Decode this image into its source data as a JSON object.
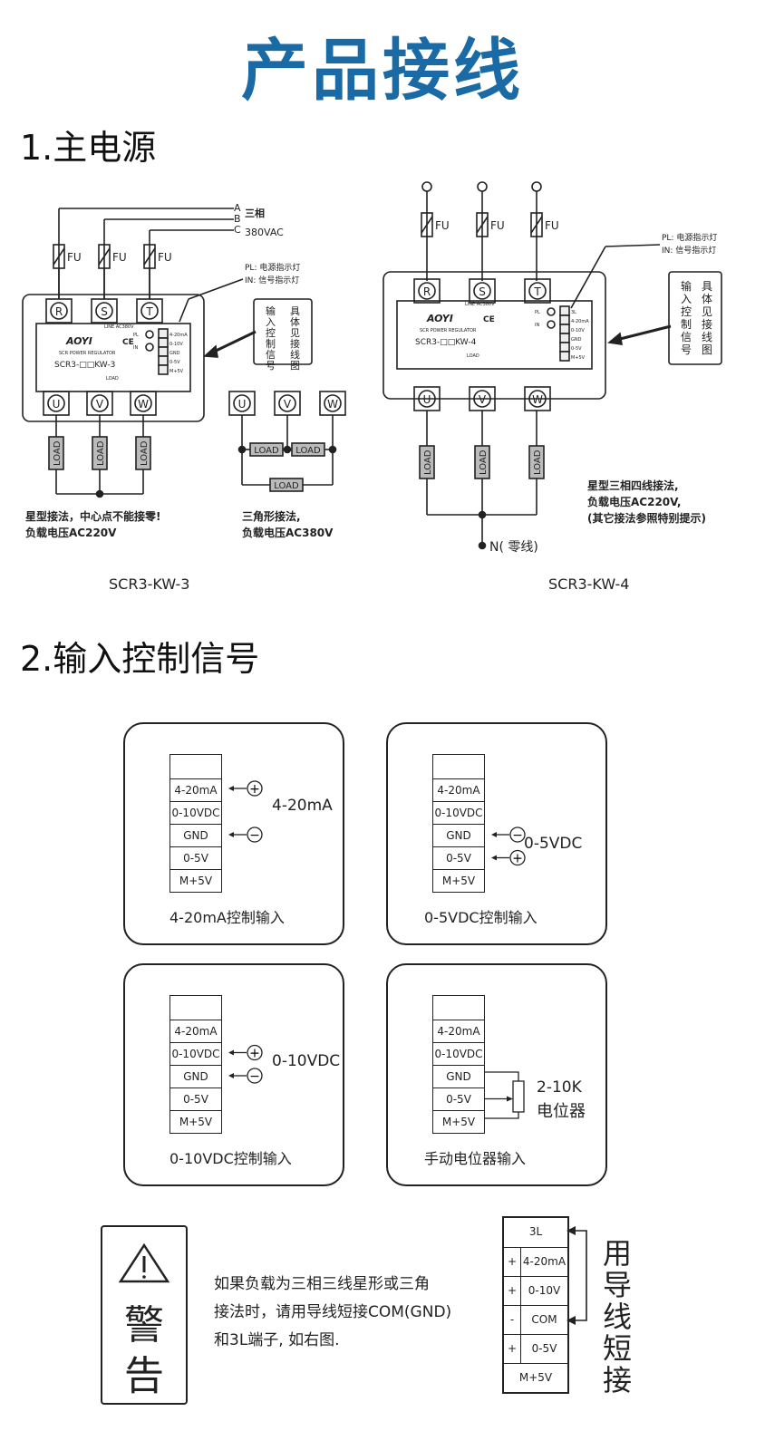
{
  "page_title": "产品接线",
  "sections": {
    "main_power": "1.主电源",
    "input_signal": "2.输入控制信号"
  },
  "main_power": {
    "phase_labels": [
      "A",
      "B",
      "C"
    ],
    "phase_note": [
      "三相",
      "380VAC"
    ],
    "fuse_label": "FU",
    "input_terminals": [
      "R",
      "S",
      "T"
    ],
    "output_terminals": [
      "U",
      "V",
      "W"
    ],
    "indicator_note": [
      "PL: 电源指示灯",
      "IN: 信号指示灯"
    ],
    "signal_note": [
      "输入控制信号",
      "具体见接线图"
    ],
    "device": {
      "brand": "AOYI",
      "ce": "CE",
      "subtitle": "SCR POWER REGULATOR",
      "line_label": "LINE AC380V",
      "load_label": "LOAD",
      "pl": "PL",
      "in": "IN",
      "model_kw3": "SCR3-□□KW-3",
      "model_kw4": "SCR3-□□KW-4",
      "terminals_kw3": [
        "4-20mA",
        "0-10V",
        "GND",
        "0-5V",
        "M+5V"
      ],
      "terminals_kw4": [
        "3L",
        "4-20mA",
        "0-10V",
        "GND",
        "0-5V",
        "M+5V"
      ]
    },
    "load_label": "LOAD",
    "star_note": [
      "星型接法，中心点不能接零!",
      "负载电压AC220V"
    ],
    "delta_note": [
      "三角形接法,",
      "负载电压AC380V"
    ],
    "star4_note": [
      "星型三相四线接法,",
      "负载电压AC220V,",
      "(其它接法参照特别提示)"
    ],
    "neutral_label": "N( 零线)",
    "caption_kw3": "SCR3-KW-3",
    "caption_kw4": "SCR3-KW-4"
  },
  "input_panels": [
    {
      "caption": "4-20mA控制输入",
      "signal": "4-20mA",
      "terminals": [
        "",
        "4-20mA",
        "0-10VDC",
        "GND",
        "0-5V",
        "M+5V"
      ],
      "plus_row": 1,
      "minus_row": 3
    },
    {
      "caption": "0-5VDC控制输入",
      "signal": "0-5VDC",
      "terminals": [
        "",
        "4-20mA",
        "0-10VDC",
        "GND",
        "0-5V",
        "M+5V"
      ],
      "plus_row": 4,
      "minus_row": 3
    },
    {
      "caption": "0-10VDC控制输入",
      "signal": "0-10VDC",
      "terminals": [
        "",
        "4-20mA",
        "0-10VDC",
        "GND",
        "0-5V",
        "M+5V"
      ],
      "plus_row": 2,
      "minus_row": 3
    },
    {
      "caption": "手动电位器输入",
      "signal": "2-10K",
      "signal2": "电位器",
      "terminals": [
        "",
        "4-20mA",
        "0-10VDC",
        "GND",
        "0-5V",
        "M+5V"
      ]
    }
  ],
  "warning": {
    "icon": "warning-triangle-icon",
    "label1": "警",
    "label2": "告",
    "text": [
      "如果负载为三相三线星形或三角",
      "接法时，请用导线短接COM(GND)",
      "和3L端子, 如右图."
    ]
  },
  "jumper": {
    "rows": [
      {
        "sign": "",
        "label": "3L"
      },
      {
        "sign": "+",
        "label": "4-20mA"
      },
      {
        "sign": "+",
        "label": "0-10V"
      },
      {
        "sign": "-",
        "label": "COM"
      },
      {
        "sign": "+",
        "label": "0-5V"
      },
      {
        "sign": "",
        "label": "M+5V"
      }
    ],
    "note": "用导线短接"
  }
}
